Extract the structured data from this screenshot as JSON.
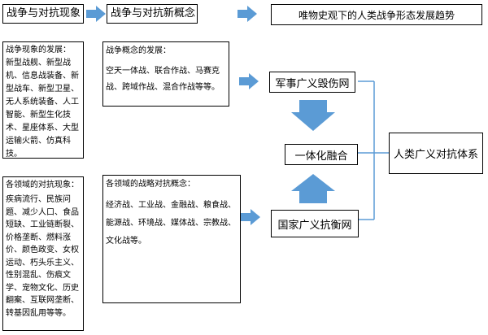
{
  "colors": {
    "arrow": "#5B9BD5",
    "border": "#000000"
  },
  "top_row": {
    "box1": "战争与对抗现象",
    "box2": "战争与对抗新概念",
    "box3": "唯物史观下的人类战争形态发展趋势"
  },
  "war_phenomena": {
    "title": "战争现象的发展：",
    "body": "新型战舰、新型战机、信息战装备、新型战车、新型卫星、无人系统装备、人工智能、新型生化技术、星座体系、大型运输火箭、仿真科技。"
  },
  "war_concepts": {
    "title": "战争概念的发展：",
    "body": "空天一体战、联合作战、马赛克战、跨域作战、混合作战等等。"
  },
  "field_phenomena": {
    "title": "各领域的对抗现象：",
    "body": "疾病流行、民族问题、减少人口、食品短缺、工业链断裂、价格垄断、燃料涨价、颜色政变、女权运动、朽头乐主义、性别混乱、伤痕文学、宠物文化、历史翻案、互联网垄断、转基因乱用等等。"
  },
  "field_concepts": {
    "title": "各领域的战略对抗概念：",
    "body": "经济战、工业战、金融战、粮食战、能源战、环境战、媒体战、宗教战、文化战等。"
  },
  "military": "军事广义毁伤网",
  "integration": "一体化融合",
  "national": "国家广义抗衡网",
  "human": "人类广义对抗体系"
}
